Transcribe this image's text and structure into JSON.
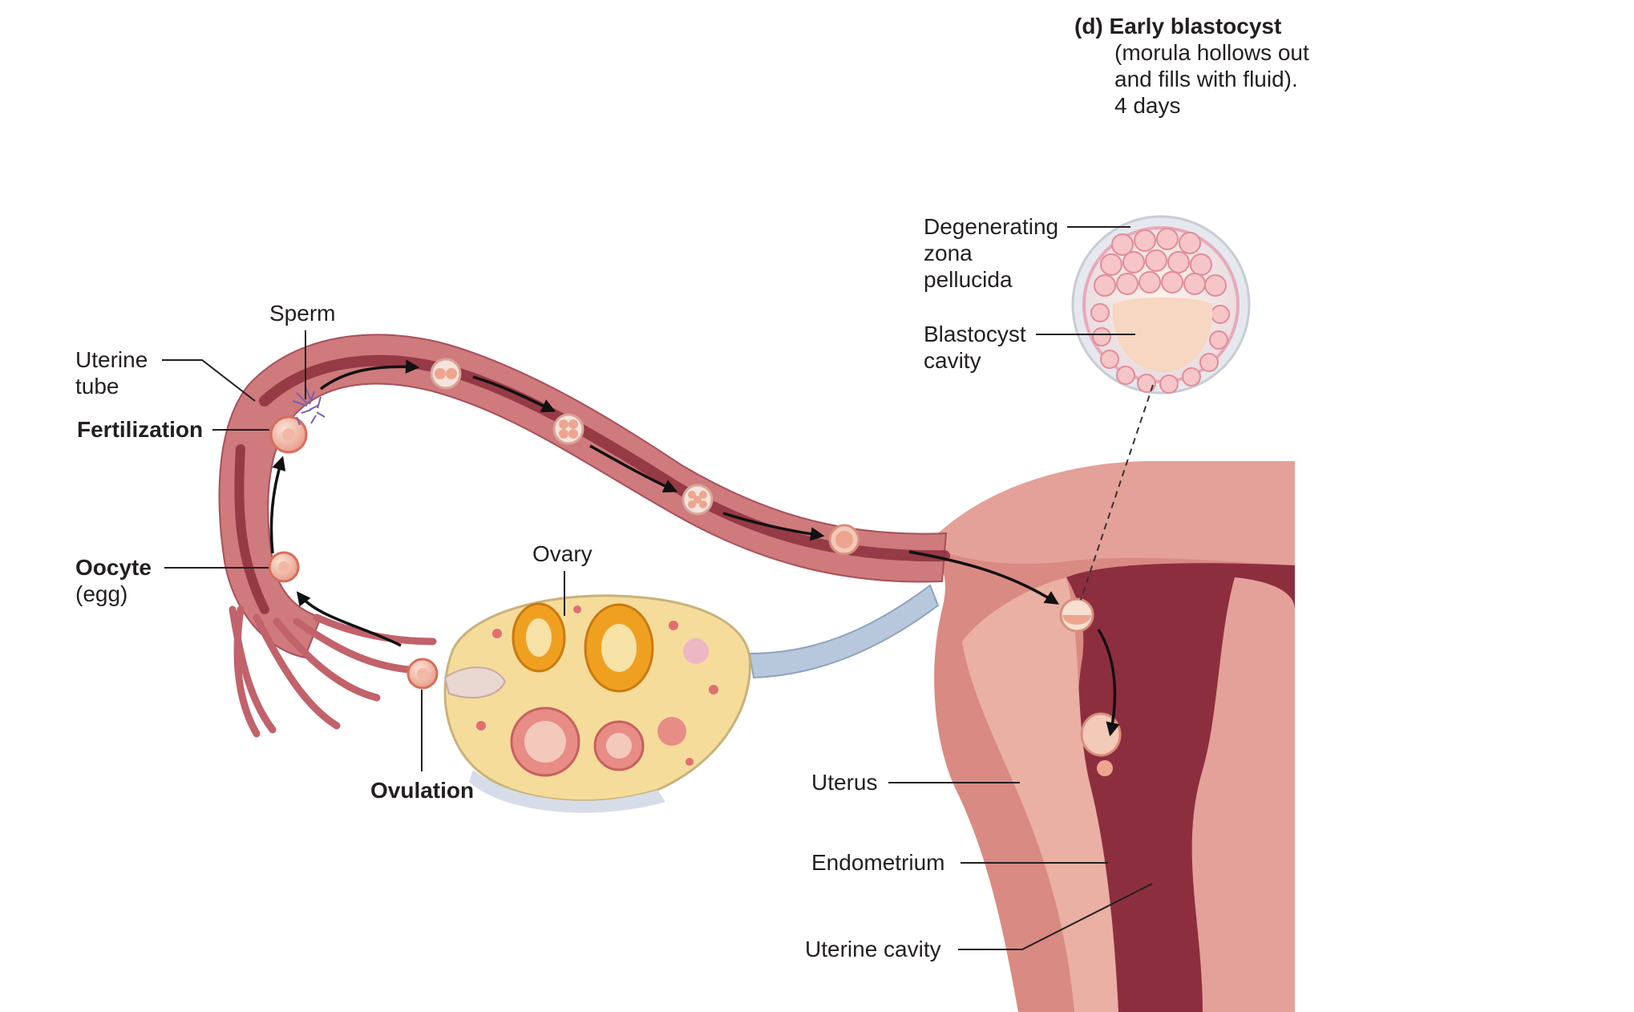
{
  "panel": {
    "title": "(d) Early blastocyst",
    "desc": [
      "(morula hollows out",
      "and fills with fluid).",
      "4 days"
    ]
  },
  "labels": {
    "sperm": "Sperm",
    "uterine_tube": [
      "Uterine",
      "tube"
    ],
    "fertilization": "Fertilization",
    "oocyte": "Oocyte",
    "oocyte_sub": "(egg)",
    "ovulation": "Ovulation",
    "ovary": "Ovary",
    "degenerating_zona": [
      "Degenerating",
      "zona",
      "pellucida"
    ],
    "blastocyst_cavity": [
      "Blastocyst",
      "cavity"
    ],
    "uterus": "Uterus",
    "endometrium": "Endometrium",
    "uterine_cavity": "Uterine cavity"
  },
  "colors": {
    "tissue": "#c96a6e",
    "tissue_dark": "#8c2f3d",
    "tissue_light": "#e8a49a",
    "ovary_fill": "#f6dc9b",
    "follicle": "#f0a020",
    "ligament": "#b8c8dc"
  }
}
